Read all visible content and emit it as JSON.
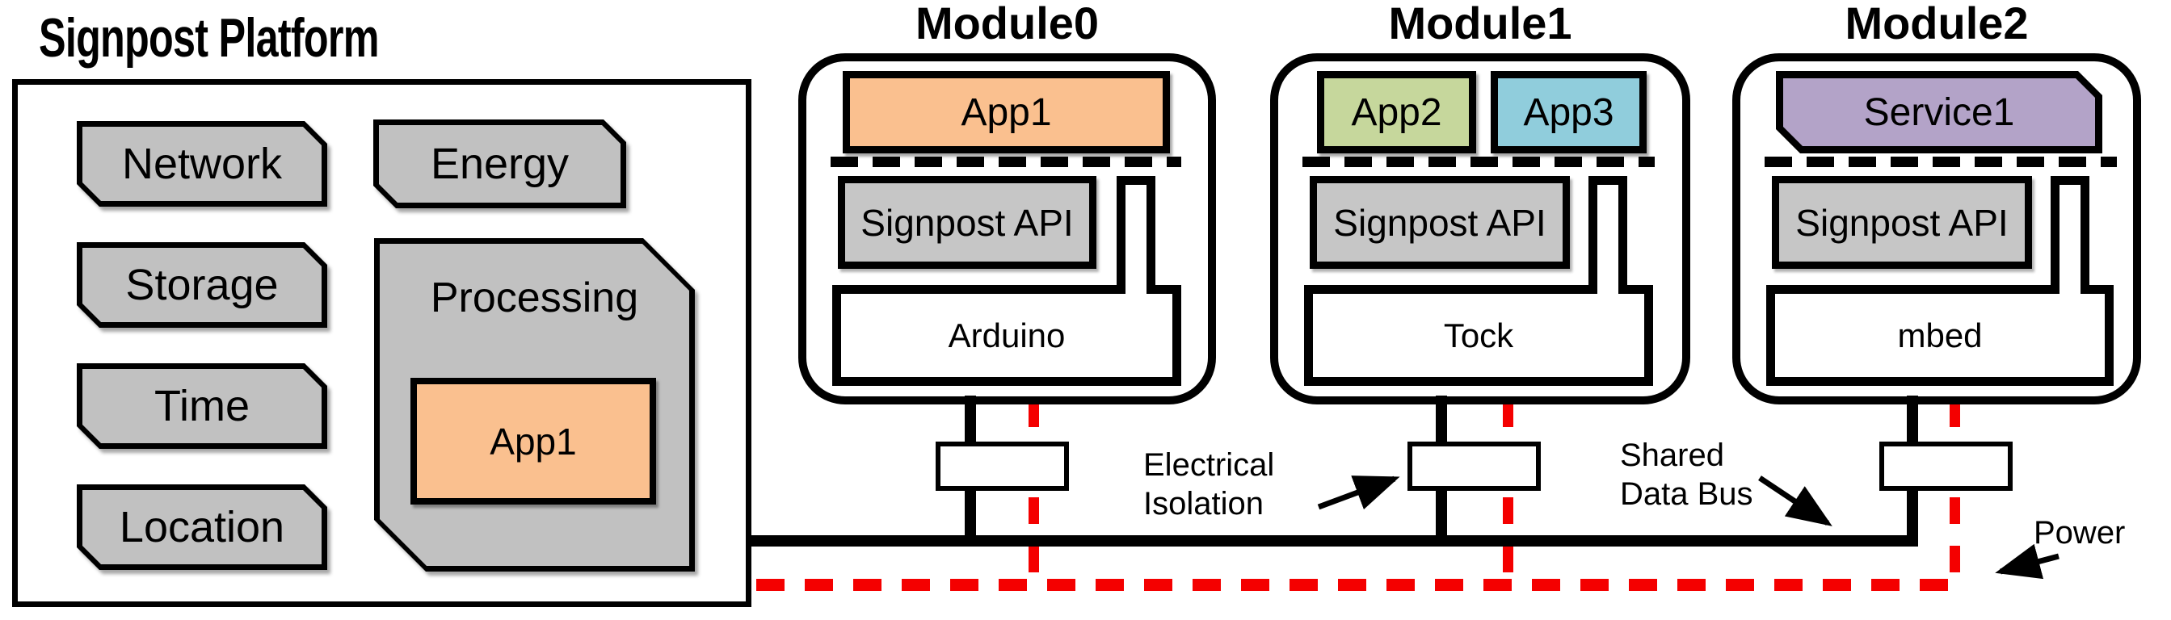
{
  "platform": {
    "title": "Signpost Platform",
    "services": [
      "Network",
      "Energy",
      "Storage",
      "Time",
      "Location"
    ],
    "processing": {
      "label": "Processing",
      "app": "App1"
    }
  },
  "modules": [
    {
      "title": "Module0",
      "apps": [
        "App1"
      ],
      "api": "Signpost API",
      "os": "Arduino"
    },
    {
      "title": "Module1",
      "apps": [
        "App2",
        "App3"
      ],
      "api": "Signpost API",
      "os": "Tock"
    },
    {
      "title": "Module2",
      "apps": [
        "Service1"
      ],
      "api": "Signpost API",
      "os": "mbed"
    }
  ],
  "annotations": {
    "electrical_isolation": [
      "Electrical",
      "Isolation"
    ],
    "shared_data_bus": [
      "Shared",
      "Data Bus"
    ],
    "power": "Power"
  },
  "colors": {
    "app1": "#FAC08F",
    "app2": "#C6D79C",
    "app3": "#90CDDC",
    "service1": "#B3A3C8",
    "tag_gray": "#C1C1C1",
    "api_gray": "#C6C6C6",
    "power_red": "#F40000",
    "bus_black": "#000000"
  }
}
